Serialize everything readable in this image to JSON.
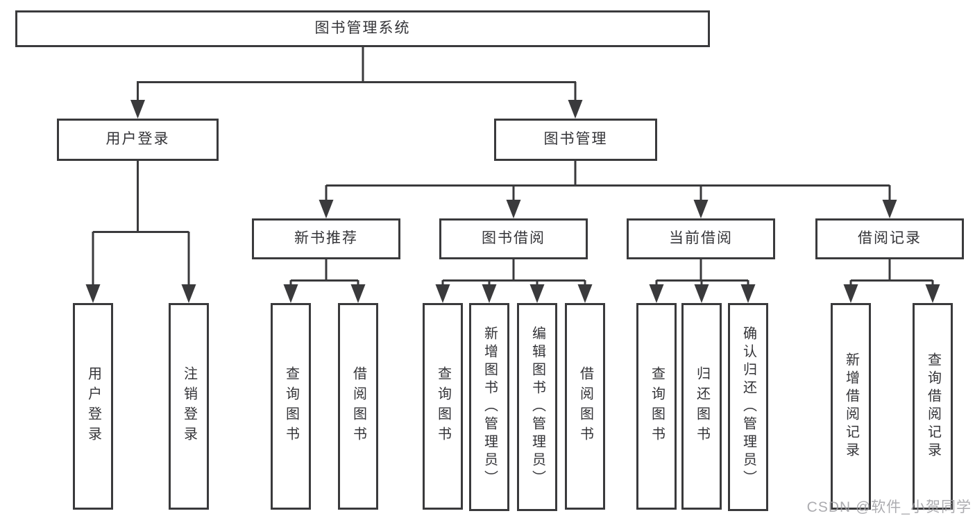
{
  "colors": {
    "line": "#3a3a3c",
    "border": "#3a3a3c",
    "text": "#343438",
    "background": "#ffffff",
    "watermark": "#9e9ea2"
  },
  "tree": {
    "label": "图书管理系统",
    "children": [
      {
        "label": "用户登录",
        "children": [
          {
            "label": "用户登录"
          },
          {
            "label": "注销登录"
          }
        ]
      },
      {
        "label": "图书管理",
        "children": [
          {
            "label": "新书推荐",
            "children": [
              {
                "label": "查询图书"
              },
              {
                "label": "借阅图书"
              }
            ]
          },
          {
            "label": "图书借阅",
            "children": [
              {
                "label": "查询图书"
              },
              {
                "label": "新增图书（管理员）"
              },
              {
                "label": "编辑图书（管理员）"
              },
              {
                "label": "借阅图书"
              }
            ]
          },
          {
            "label": "当前借阅",
            "children": [
              {
                "label": "查询图书"
              },
              {
                "label": "归还图书"
              },
              {
                "label": "确认归还（管理员）"
              }
            ]
          },
          {
            "label": "借阅记录",
            "children": [
              {
                "label": "新增借阅记录"
              },
              {
                "label": "查询借阅记录"
              }
            ]
          }
        ]
      }
    ]
  },
  "watermark": {
    "text": "CSDN @软件_小贺同学"
  }
}
